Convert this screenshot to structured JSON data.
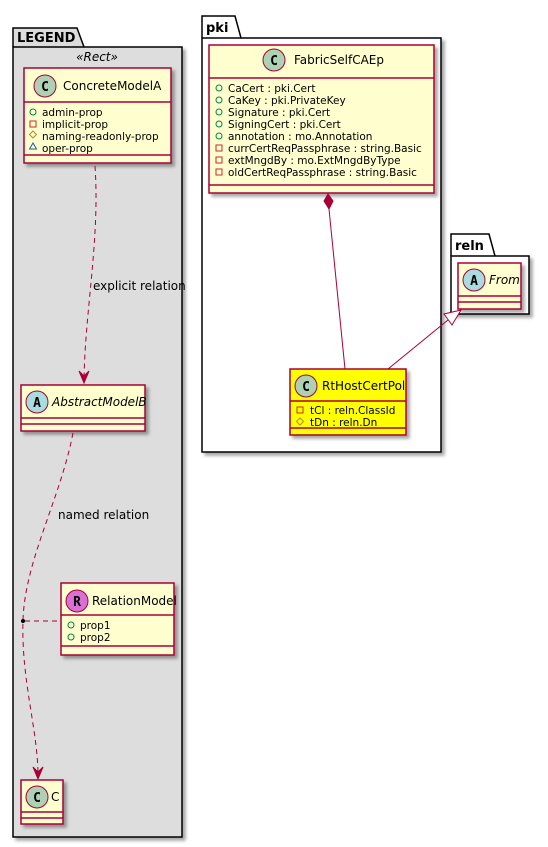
{
  "packages": {
    "legend": {
      "name": "LEGEND",
      "stereotype": "«Rect»"
    },
    "pki": {
      "name": "pki"
    },
    "reln": {
      "name": "reln"
    }
  },
  "classes": {
    "concrete_model_a": {
      "kind": "C",
      "name": "ConcreteModelA",
      "attrs": [
        "admin-prop",
        "implicit-prop",
        "naming-readonly-prop",
        "oper-prop"
      ],
      "attr_visibility": [
        "public",
        "private",
        "protected",
        "package"
      ]
    },
    "abstract_model_b": {
      "kind": "A",
      "name": "AbstractModelB"
    },
    "relation_model": {
      "kind": "R",
      "name": "RelationModel",
      "attrs": [
        "prop1",
        "prop2"
      ],
      "attr_visibility": [
        "public",
        "public"
      ]
    },
    "class_c": {
      "kind": "C",
      "name": "C"
    },
    "fabric_self_ca_ep": {
      "kind": "C",
      "name": "FabricSelfCAEp",
      "attrs": [
        "CaCert : pki.Cert",
        "CaKey : pki.PrivateKey",
        "Signature : pki.Cert",
        "SigningCert : pki.Cert",
        "annotation : mo.Annotation",
        "currCertReqPassphrase : string.Basic",
        "extMngdBy : mo.ExtMngdByType",
        "oldCertReqPassphrase : string.Basic"
      ],
      "attr_visibility": [
        "public",
        "public",
        "public",
        "public",
        "public",
        "private",
        "private",
        "private"
      ]
    },
    "from": {
      "kind": "A",
      "name": "From"
    },
    "rt_host_cert_pol": {
      "kind": "C",
      "name": "RtHostCertPol",
      "attrs": [
        "tCl : reln.ClassId",
        "tDn : reln.Dn"
      ],
      "attr_visibility": [
        "private",
        "protected"
      ]
    }
  },
  "relations": {
    "explicit": "explicit relation",
    "named": "named relation"
  },
  "colors": {
    "class_fill": "#FEFECE",
    "class_border": "#A80036",
    "highlight_fill": "#FFFF00",
    "legend_bg": "#DDDDDD",
    "circle_c": "#ADD1B2",
    "circle_a": "#A9DCDF",
    "circle_r": "#DA70D6",
    "vis_public": "#038048",
    "vis_private": "#C82930",
    "vis_protected": "#B38D22",
    "vis_package": "#1963A0"
  }
}
